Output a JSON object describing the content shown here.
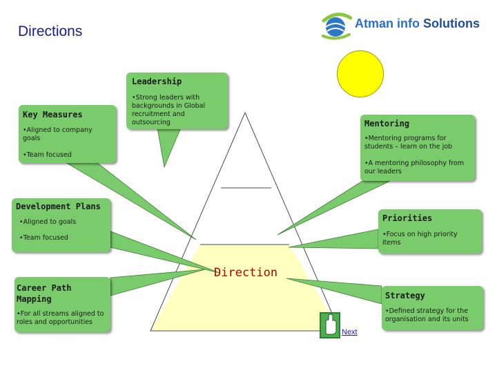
{
  "page": {
    "title": "Directions"
  },
  "logo": {
    "part1": "Atman info ",
    "part2": "Solutions"
  },
  "diagram": {
    "center": "Direction",
    "boxes": {
      "leadership": {
        "title": "Leadership",
        "text": "•Strong leaders with backgrounds in Global recruitment and outsourcing"
      },
      "key_measures": {
        "title": "Key Measures",
        "bullet1": "•Aligned to company goals",
        "bullet2": "•Team focused"
      },
      "mentoring": {
        "title": "Mentoring",
        "bullet1": "•Mentoring programs for students – learn on the job",
        "bullet2": "•A mentoring philosophy from our leaders"
      },
      "development_plans": {
        "title": "Development Plans",
        "bullet1": "•Aligned to goals",
        "bullet2": "•Team focused"
      },
      "priorities": {
        "title": "Priorities",
        "text": "•Focus on high priority items"
      },
      "career_path": {
        "title": "Career Path Mapping",
        "text": "•For all streams aligned to roles and opportunities"
      },
      "strategy": {
        "title": "Strategy",
        "text": "•Defined strategy for the organisation and its units"
      }
    }
  },
  "nav": {
    "next_label": "Next"
  },
  "colors": {
    "box": "#7acb6b",
    "pyramid_base": "#ffffc0",
    "sun": "#ffff00",
    "title": "#1a1a8c",
    "center_label": "#b00000"
  }
}
